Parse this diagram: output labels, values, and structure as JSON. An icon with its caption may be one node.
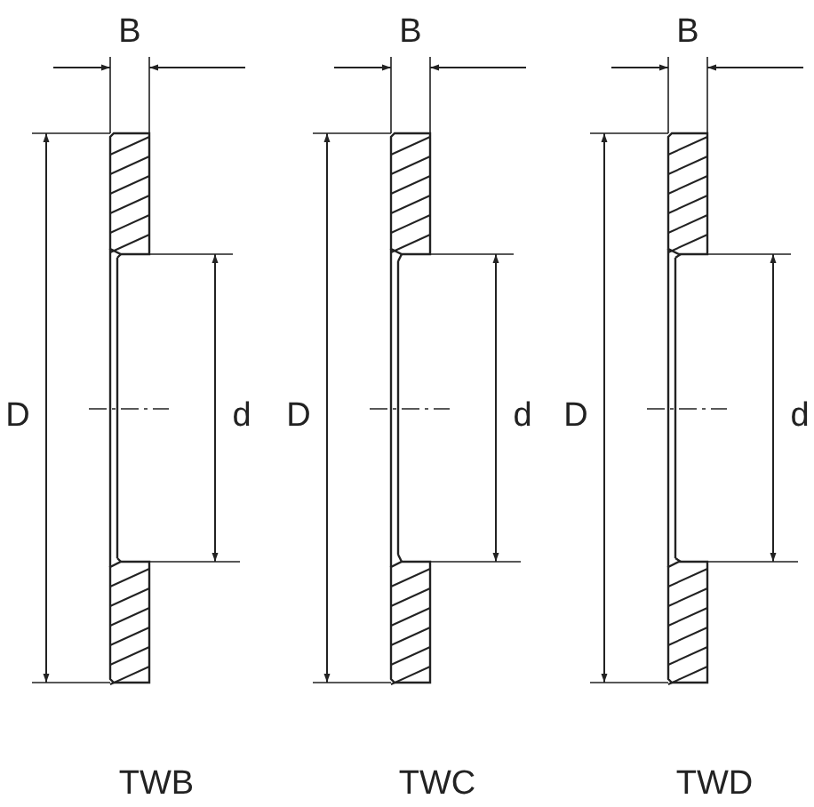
{
  "diagram": {
    "labels": [
      "B",
      "B",
      "B",
      "D",
      "d",
      "D",
      "d",
      "D",
      "d",
      "TWB",
      "TWC",
      "TWD"
    ]
  }
}
